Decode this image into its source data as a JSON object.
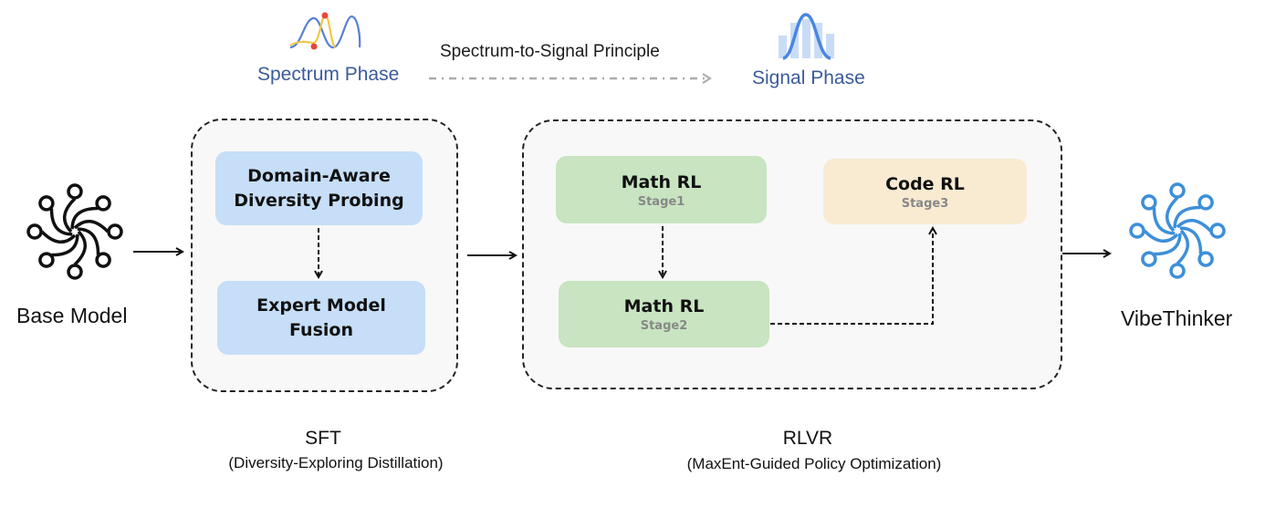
{
  "header": {
    "spectrum_label": "Spectrum Phase",
    "principle_label": "Spectrum-to-Signal Principle",
    "signal_label": "Signal Phase"
  },
  "models": {
    "base_label": "Base Model",
    "final_label": "VibeThinker"
  },
  "sft": {
    "boxes": [
      {
        "title_line1": "Domain-Aware",
        "title_line2": "Diversity Probing"
      },
      {
        "title_line1": "Expert Model",
        "title_line2": "Fusion"
      }
    ],
    "caption": "SFT",
    "subcaption": "(Diversity-Exploring Distillation)"
  },
  "rlvr": {
    "boxes": [
      {
        "title": "Math RL",
        "stage": "Stage1"
      },
      {
        "title": "Math RL",
        "stage": "Stage2"
      },
      {
        "title": "Code RL",
        "stage": "Stage3"
      }
    ],
    "caption": "RLVR",
    "subcaption": "(MaxEnt-Guided Policy Optimization)"
  },
  "colors": {
    "spectrum_text": "#3b5b9a",
    "sft_box": "#c6def7",
    "math_box": "#c8e4c1",
    "code_box": "#f8ebd2",
    "vibethinker_icon": "#3d8fd9",
    "base_icon": "#111111"
  }
}
